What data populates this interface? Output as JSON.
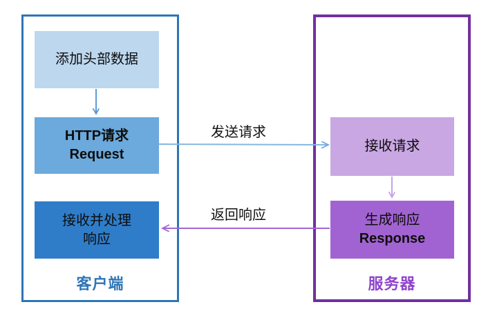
{
  "client": {
    "label": "客户端",
    "boxes": {
      "add_header": {
        "line1": "添加头部数据"
      },
      "http_request": {
        "line1": "HTTP请求",
        "line2": "Request"
      },
      "receive_response": {
        "line1": "接收并处理",
        "line2": "响应"
      }
    }
  },
  "server": {
    "label": "服务器",
    "boxes": {
      "receive_request": {
        "line1": "接收请求"
      },
      "generate_response": {
        "line1": "生成响应",
        "line2": "Response"
      }
    }
  },
  "arrows": {
    "send_request": {
      "label": "发送请求"
    },
    "return_response": {
      "label": "返回响应"
    }
  },
  "colors": {
    "client_border": "#2E75B6",
    "client_box_light": "#BDD7EE",
    "client_box_medium": "#6CA9DC",
    "client_box_dark": "#2F7DC9",
    "client_label_text": "#2E75B6",
    "server_border": "#7030A0",
    "server_box_light": "#C9A7E3",
    "server_box_medium": "#A263D2",
    "server_label_text": "#8E44CB",
    "arrow_down_client": "#5B9BD5",
    "arrow_send": "#85B6E2",
    "arrow_down_server": "#C5A3E6",
    "arrow_return": "#A366D4",
    "box_text": "#0d0d0d"
  }
}
